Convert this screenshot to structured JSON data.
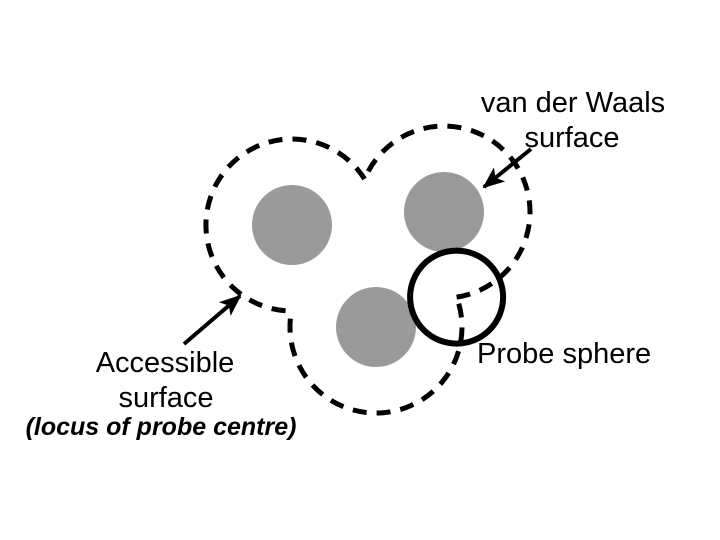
{
  "labels": {
    "vdw_line1": "van der Waals",
    "vdw_line2": "surface",
    "accessible_line1": "Accessible",
    "accessible_line2": "surface",
    "locus": "(locus of probe centre)",
    "probe": "Probe sphere"
  },
  "colors": {
    "atom_gray": "#9A9A9A",
    "ink": "#000000",
    "background": "#FFFFFF"
  }
}
